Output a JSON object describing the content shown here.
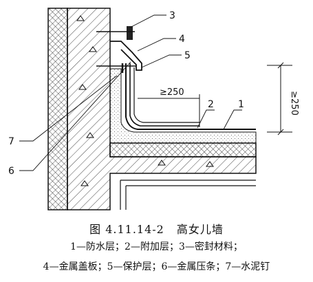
{
  "figure": {
    "caption_number": "图 4.11.14-2",
    "caption_title": "高女儿墙",
    "legend_line1": "1—防水层；2—附加层；3—密封材料；",
    "legend_line2": "4—金属盖板；5—保护层；6—金属压条；7—水泥钉"
  },
  "callouts": [
    "1",
    "2",
    "3",
    "4",
    "5",
    "6",
    "7"
  ],
  "dimensions": {
    "horizontal": "≥250",
    "vertical": "≥250"
  }
}
